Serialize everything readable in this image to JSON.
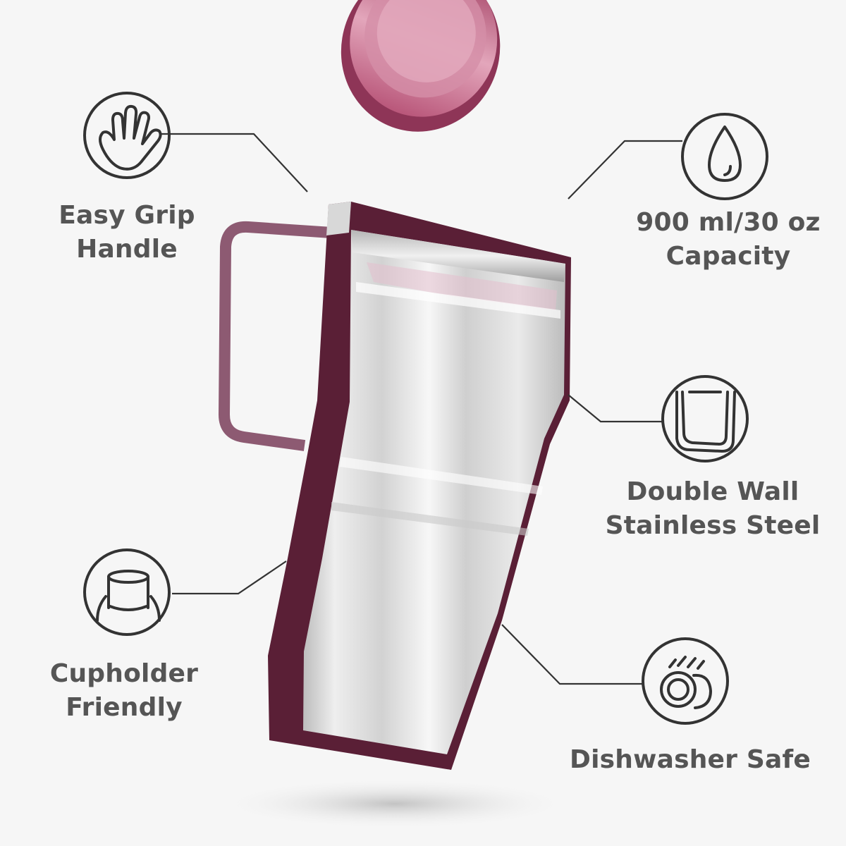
{
  "features": [
    {
      "id": "grip",
      "icon": "hand-icon",
      "lines": [
        "Easy Grip",
        "Handle"
      ]
    },
    {
      "id": "capacity",
      "icon": "droplet-icon",
      "lines": [
        "900 ml/30 oz",
        "Capacity"
      ]
    },
    {
      "id": "double-wall",
      "icon": "double-wall-icon",
      "lines": [
        "Double Wall",
        "Stainless Steel"
      ]
    },
    {
      "id": "cupholder",
      "icon": "cupholder-icon",
      "lines": [
        "Cupholder",
        "Friendly"
      ]
    },
    {
      "id": "dishwasher",
      "icon": "dishwasher-plates-icon",
      "lines": [
        "Dishwasher Safe"
      ]
    }
  ],
  "colors": {
    "background": "#f6f6f6",
    "text": "#555555",
    "lid": "#c9738f",
    "body_accent": "#5a1f36",
    "steel": "#d9d9d9"
  }
}
